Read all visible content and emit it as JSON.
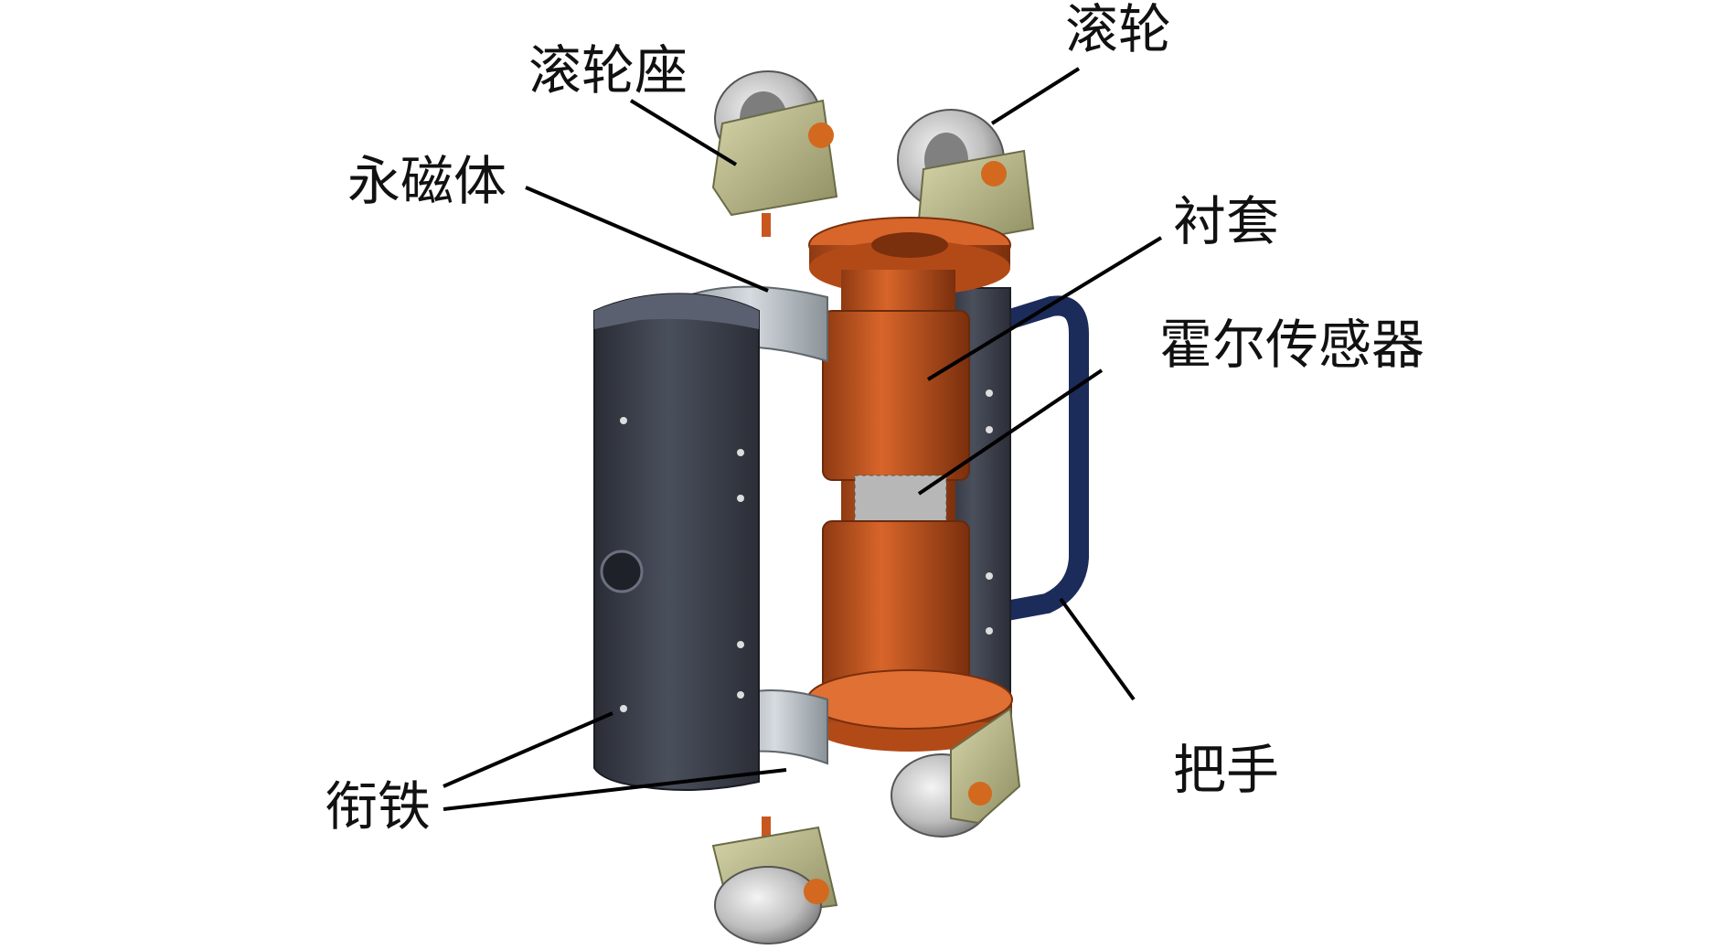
{
  "labels": {
    "roller_seat": "滚轮座",
    "roller": "滚轮",
    "permanent_magnet": "永磁体",
    "bushing": "衬套",
    "hall_sensor": "霍尔传感器",
    "handle": "把手",
    "armature": "衔铁"
  },
  "colors": {
    "armature": "#3b3f4a",
    "bushing": "#c9561e",
    "magnet": "#b9c0c6",
    "handle": "#1b2b5a",
    "seat": "#b9b98e",
    "roller": "#d9d9d9",
    "bolt": "#d2691e"
  }
}
